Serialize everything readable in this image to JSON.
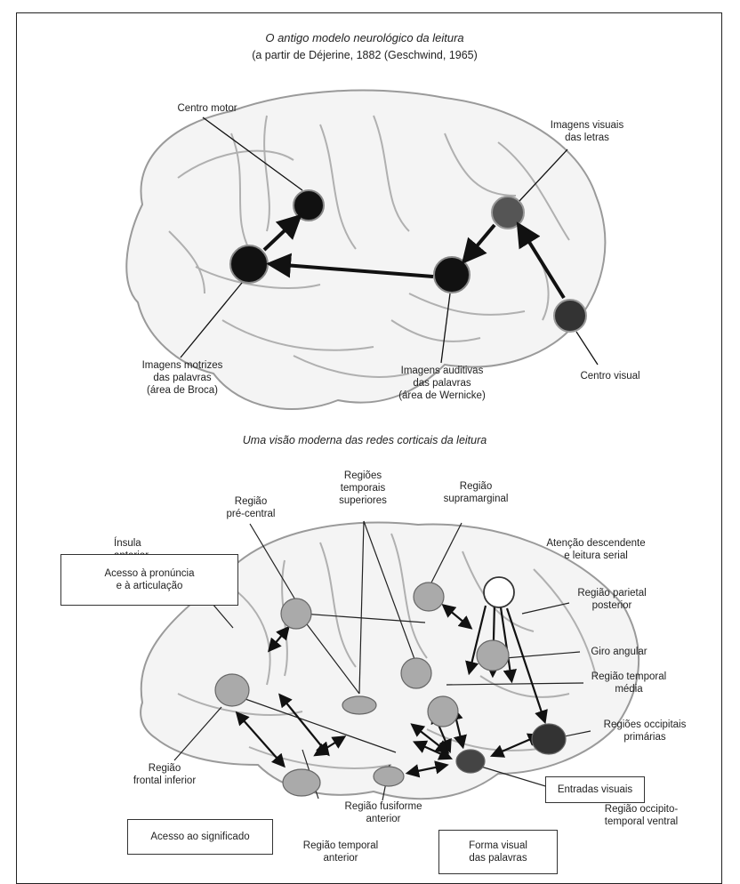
{
  "top": {
    "title": "O antigo modelo neurológico da leitura",
    "subtitle": "(a partir de Déjerine, 1882 (Geschwind, 1965)",
    "labels": {
      "centro_motor": "Centro motor",
      "imagens_visuais": "Imagens visuais\ndas letras",
      "imagens_motrizes": "Imagens motrizes\ndas palavras\n(área de Broca)",
      "imagens_auditivas": "Imagens auditivas\ndas palavras\n(área de Wernicke)",
      "centro_visual": "Centro visual"
    }
  },
  "bottom": {
    "title": "Uma visão moderna das redes corticais da leitura",
    "labels": {
      "regioes_temporais_superiores": "Regiões\ntemporais\nsuperiores",
      "regiao_supramarginal": "Região\nsupramarginal",
      "regiao_pre_central": "Região\npré-central",
      "insula_anterior": "Ínsula\nanterior",
      "atencao_descendente": "Atenção descendente\ne leitura serial",
      "regiao_parietal_posterior": "Região parietal\nposterior",
      "giro_angular": "Giro angular",
      "regiao_temporal_media": "Região temporal\nmédia",
      "regioes_occipitais_primarias": "Regiões occipitais\nprimárias",
      "regiao_frontal_inferior": "Região\nfrontal inferior",
      "regiao_fusiforme_anterior": "Região fusiforme\nanterior",
      "regiao_temporal_anterior": "Região temporal\nanterior",
      "regiao_occipito_temporal_ventral": "Região occipito-\ntemporal ventral"
    },
    "boxes": {
      "acesso_pronuncia": "Acesso à pronúncia\ne à articulação",
      "acesso_significado": "Acesso ao significado",
      "entradas_visuais": "Entradas visuais",
      "forma_visual": "Forma visual\ndas palavras"
    }
  },
  "colors": {
    "line": "#222222",
    "brain_outline": "#9a9a9a",
    "node_black": "#111111",
    "node_gray": "#8c8c8c"
  }
}
